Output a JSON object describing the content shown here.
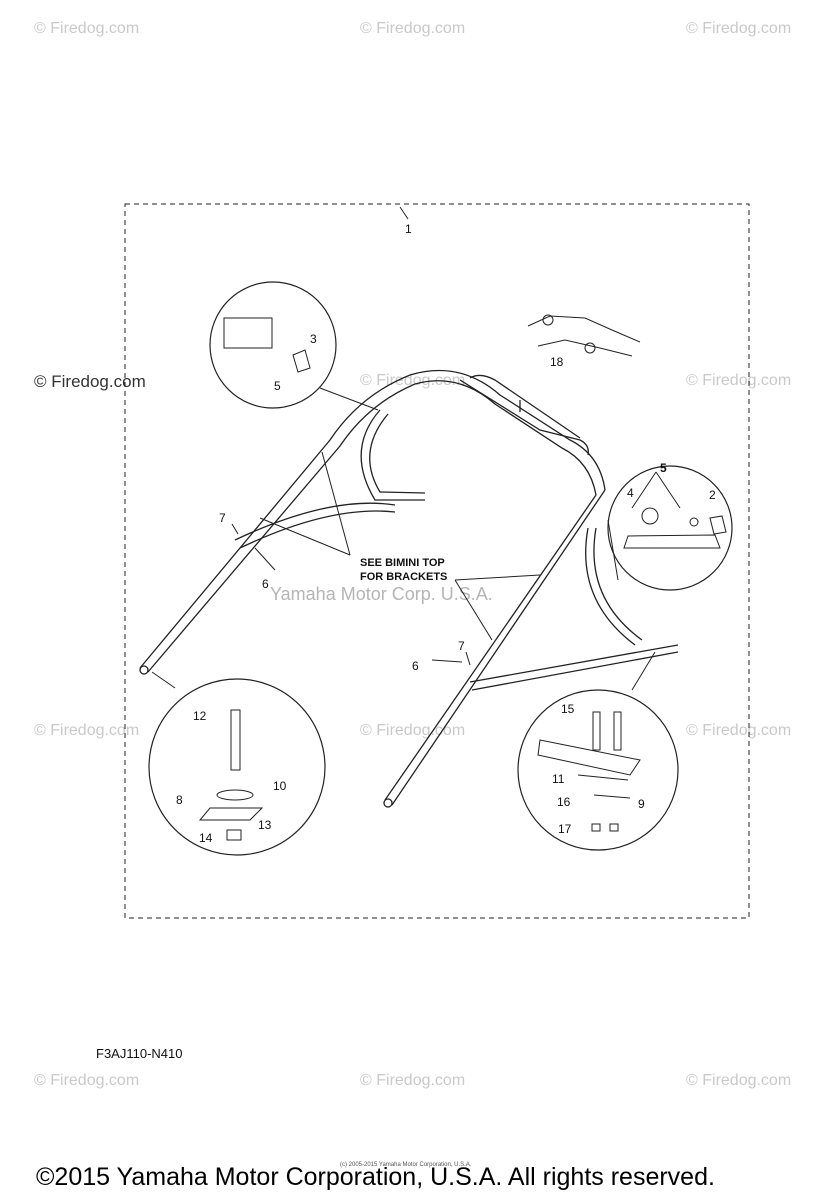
{
  "watermarks": {
    "firedog": "© Firedog.com",
    "firedog_dark": "© Firedog.com",
    "ymc": "Yamaha Motor Corp. U.S.A."
  },
  "diagram": {
    "callouts": [
      "1",
      "2",
      "3",
      "4",
      "5",
      "5",
      "6",
      "6",
      "7",
      "7",
      "8",
      "9",
      "10",
      "11",
      "12",
      "13",
      "14",
      "15",
      "16",
      "17",
      "18"
    ],
    "note_line1": "SEE BIMINI TOP",
    "note_line2": "FOR BRACKETS"
  },
  "diagram_code": "F3AJ110-N410",
  "tiny_notice": "(c) 2005-2015 Yamaha Motor Corporation, U.S.A.",
  "copyright": "©2015 Yamaha Motor Corporation, U.S.A. All rights reserved.",
  "colors": {
    "line": "#222222",
    "watermark": "#c9c9c9"
  }
}
